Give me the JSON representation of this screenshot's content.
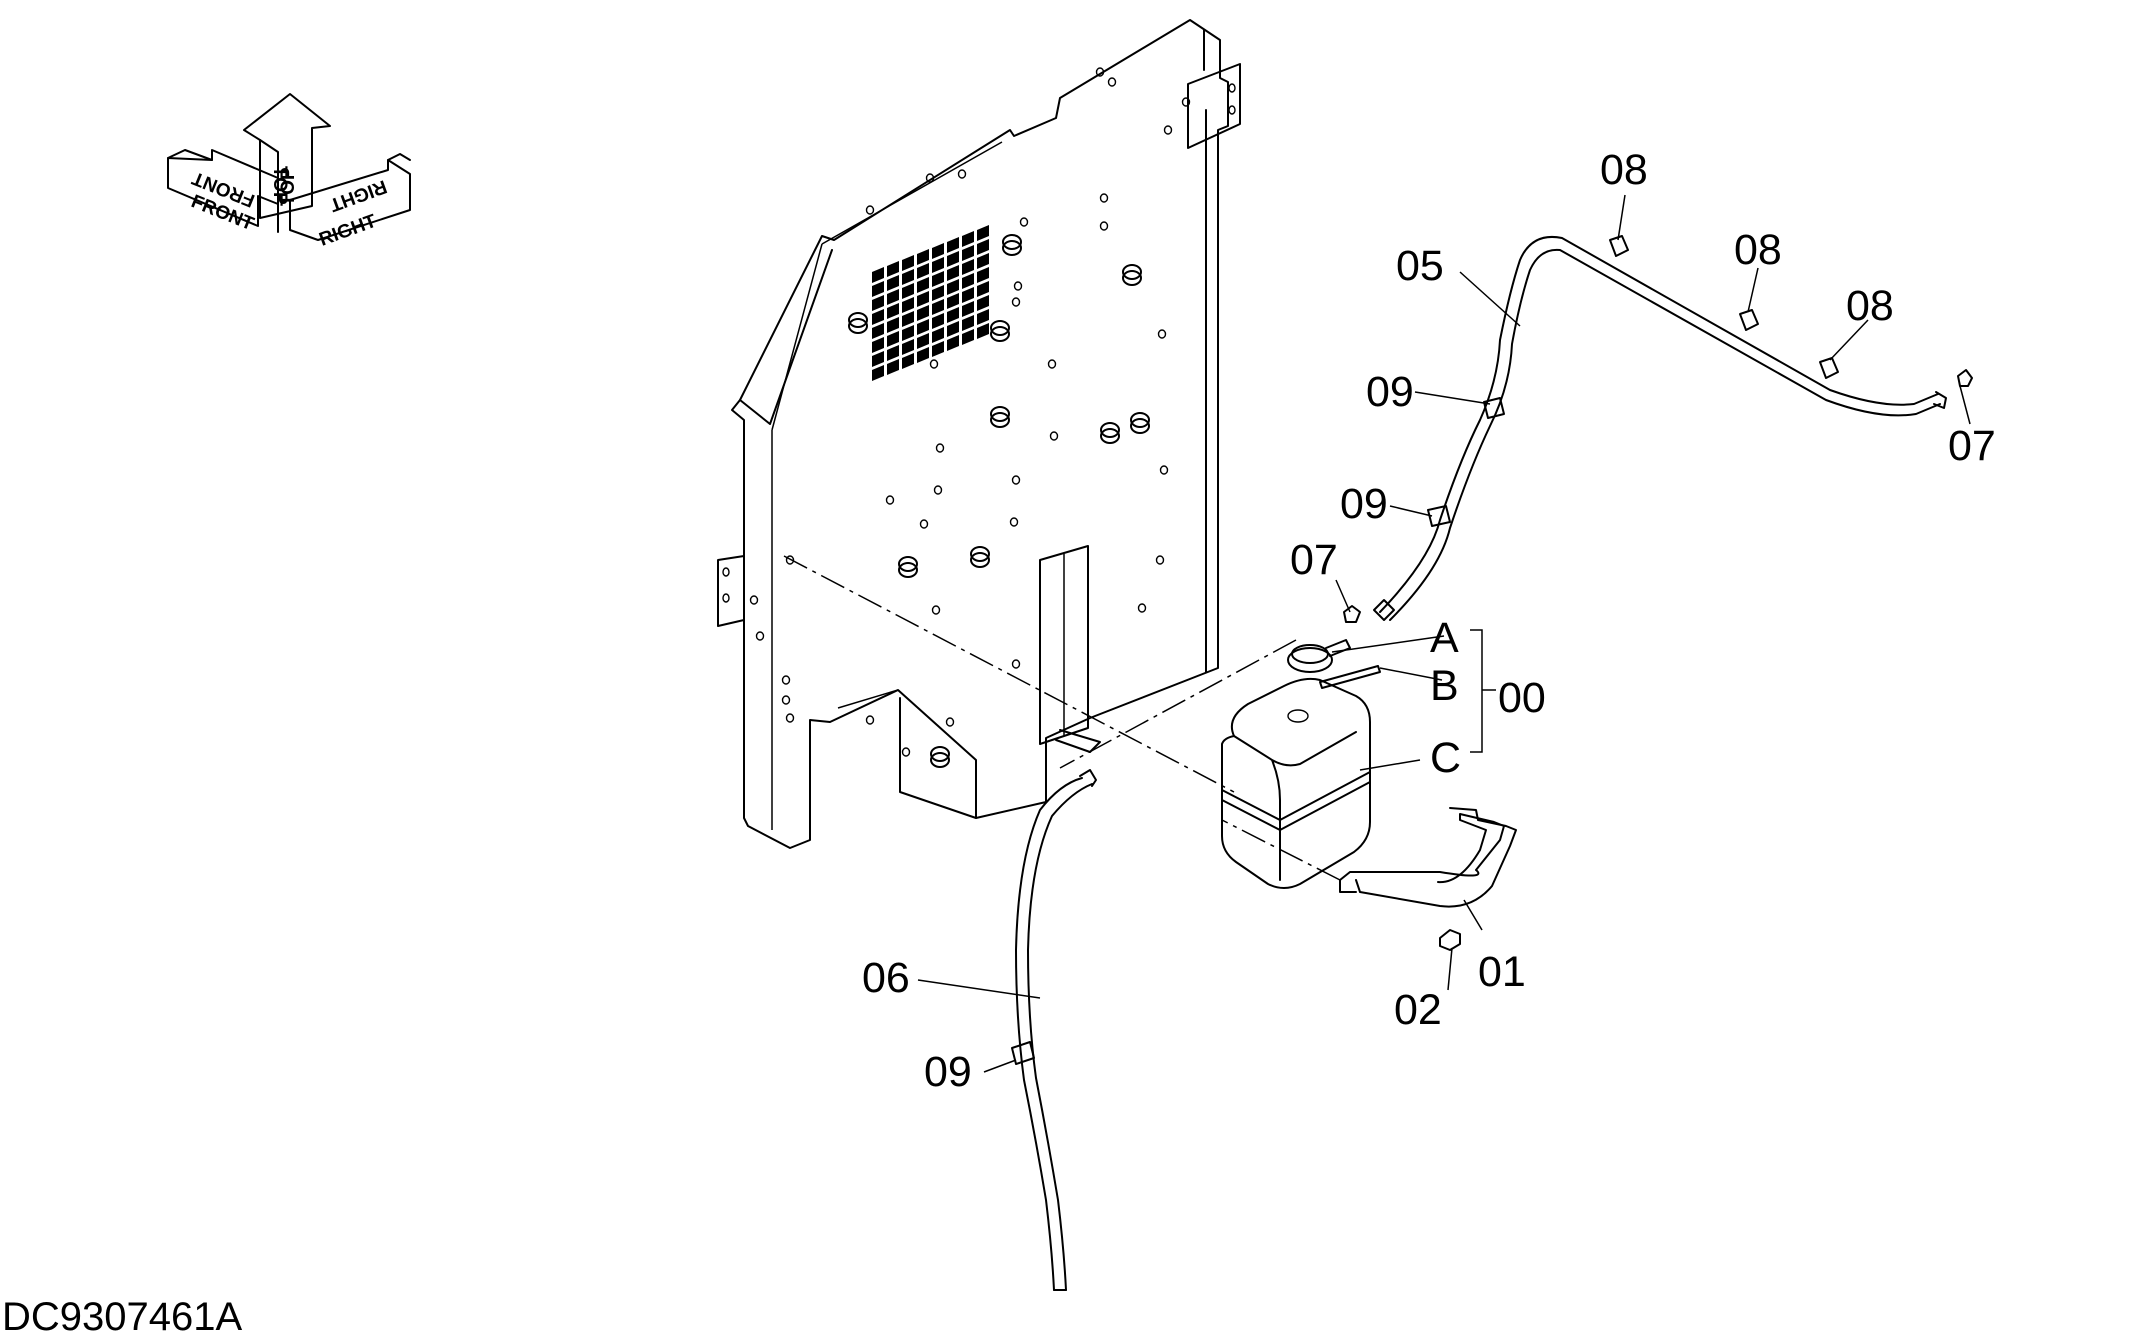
{
  "drawing": {
    "code": "DC9307461A",
    "orientation": {
      "front": "FRONT",
      "top": "TOP",
      "right": "RIGHT"
    },
    "callouts": {
      "c00": "00",
      "c01": "01",
      "c02": "02",
      "c05": "05",
      "c06": "06",
      "c07a": "07",
      "c07b": "07",
      "c08a": "08",
      "c08b": "08",
      "c08c": "08",
      "c09a": "09",
      "c09b": "09",
      "c09c": "09",
      "cA": "A",
      "cB": "B",
      "cC": "C"
    }
  }
}
